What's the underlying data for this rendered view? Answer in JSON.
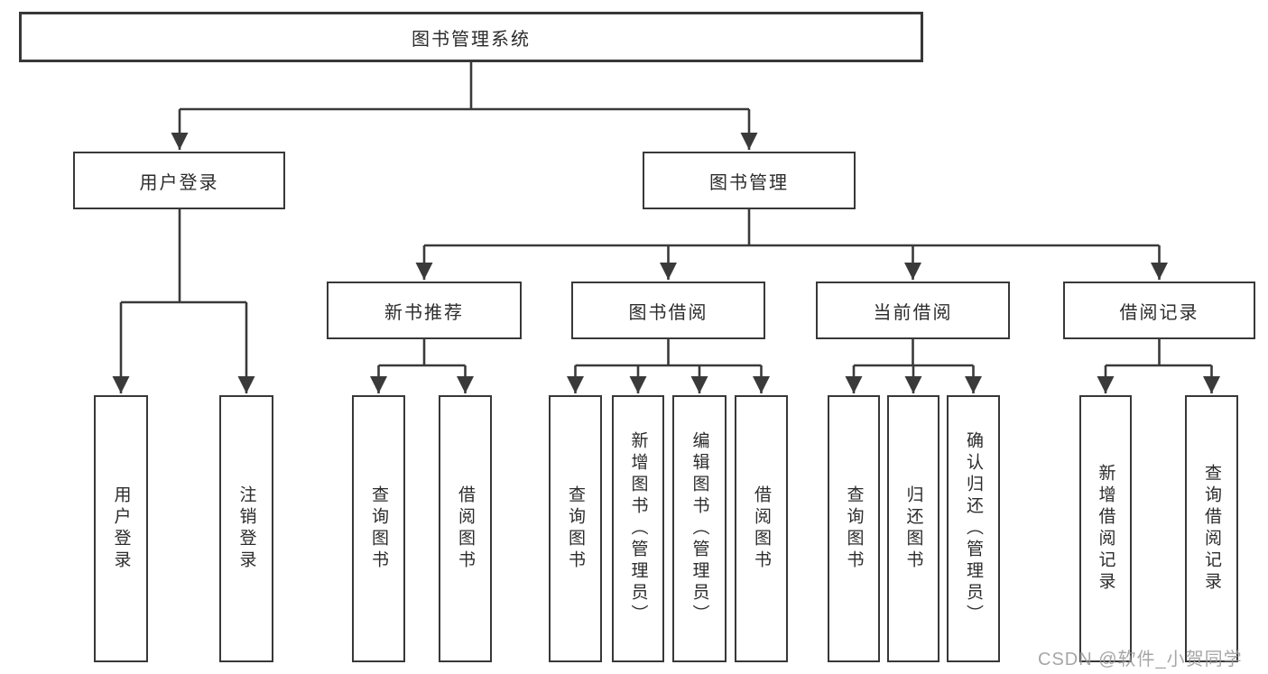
{
  "diagram": {
    "root": "图书管理系统",
    "level2": [
      {
        "label": "用户登录",
        "children": [
          "用户登录",
          "注销登录"
        ]
      },
      {
        "label": "图书管理",
        "children": [
          {
            "label": "新书推荐",
            "children": [
              "查询图书",
              "借阅图书"
            ]
          },
          {
            "label": "图书借阅",
            "children": [
              "查询图书",
              "新增图书（管理员）",
              "编辑图书（管理员）",
              "借阅图书"
            ]
          },
          {
            "label": "当前借阅",
            "children": [
              "查询图书",
              "归还图书",
              "确认归还（管理员）"
            ]
          },
          {
            "label": "借阅记录",
            "children": [
              "新增借阅记录",
              "查询借阅记录"
            ]
          }
        ]
      }
    ]
  },
  "watermark": "CSDN @软件_小贺同学",
  "colors": {
    "background": "#ffffff",
    "line": "#3a3a3a",
    "box_border": "#383838",
    "text": "#2c2c2c",
    "watermark": "#969696"
  }
}
